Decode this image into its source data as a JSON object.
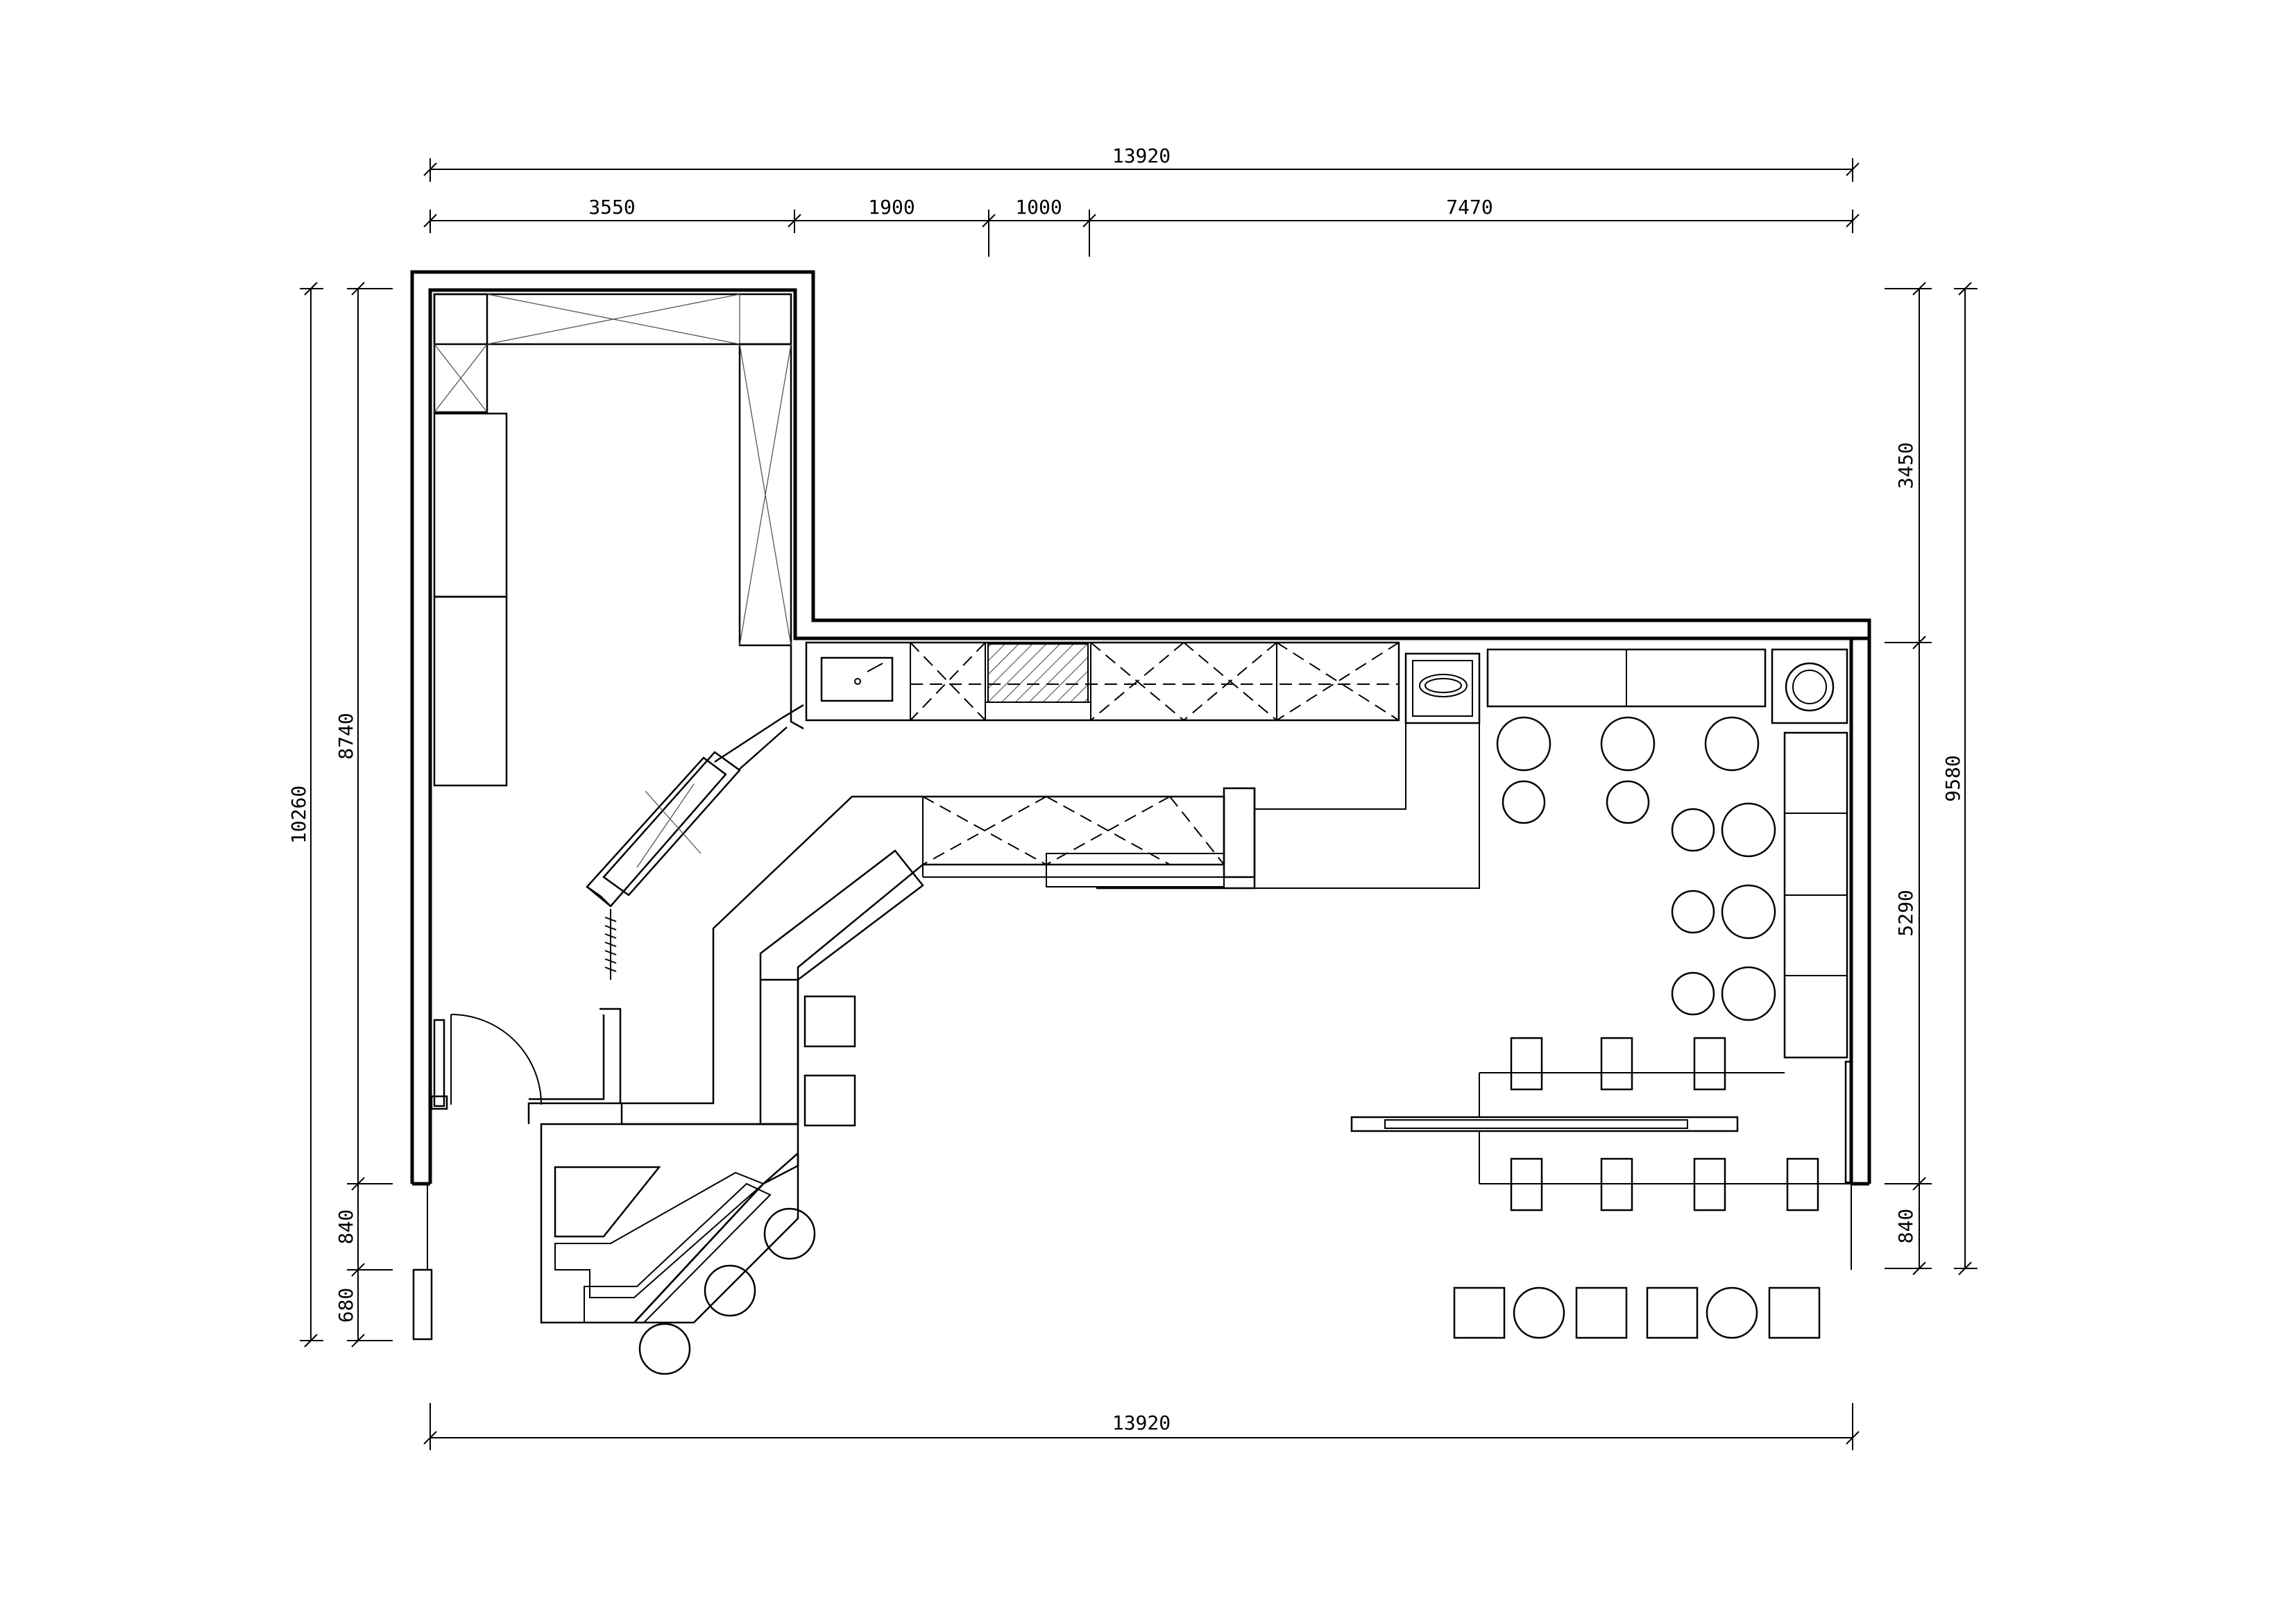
{
  "dimensions": {
    "top_total": "13920",
    "top_segments": [
      "3550",
      "1900",
      "1000",
      "7470"
    ],
    "bottom_total": "13920",
    "left_outer": "10260",
    "left_segments": [
      "8740",
      "840",
      "680"
    ],
    "right_segments": [
      "3450",
      "5290",
      "840"
    ],
    "right_total": "9580"
  }
}
